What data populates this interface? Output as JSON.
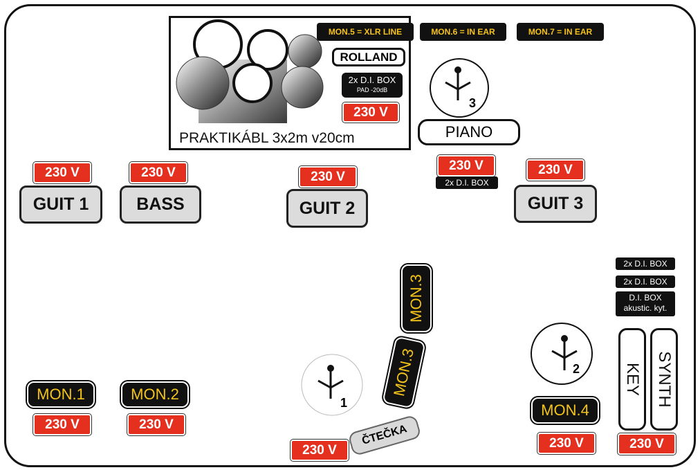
{
  "riser": {
    "label": "PRAKTIKÁBL 3x2m v20cm",
    "brand": "ROLLAND",
    "di_box": "2x D.I. BOX",
    "pad": "PAD -20dB",
    "power": "230 V"
  },
  "monitors_top": {
    "mon5": "MON.5 = XLR LINE",
    "mon6": "MON.6 = IN EAR",
    "mon7": "MON.7 = IN EAR"
  },
  "piano": {
    "label": "PIANO",
    "power": "230 V",
    "di_box": "2x D.I. BOX",
    "person_number": "3"
  },
  "amps": {
    "guit1": {
      "label": "GUIT 1",
      "power": "230 V"
    },
    "bass": {
      "label": "BASS",
      "power": "230 V"
    },
    "guit2": {
      "label": "GUIT 2",
      "power": "230 V"
    },
    "guit3": {
      "label": "GUIT 3",
      "power": "230 V"
    }
  },
  "wedges": {
    "mon1": {
      "label": "MON.1",
      "power": "230 V"
    },
    "mon2": {
      "label": "MON.2",
      "power": "230 V"
    },
    "mon3a": "MON.3",
    "mon3b": "MON.3",
    "mon4": {
      "label": "MON.4",
      "power": "230 V"
    }
  },
  "center": {
    "person_number": "1",
    "reader": "ČTEČKA",
    "power": "230 V"
  },
  "keys": {
    "di_box_1": "2x D.I. BOX",
    "di_box_2": "2x D.I. BOX",
    "di_box_3_line1": "D.I. BOX",
    "di_box_3_line2": "akustic. kyt.",
    "key": "KEY",
    "synth": "SYNTH",
    "power": "230 V",
    "person_number": "2"
  }
}
